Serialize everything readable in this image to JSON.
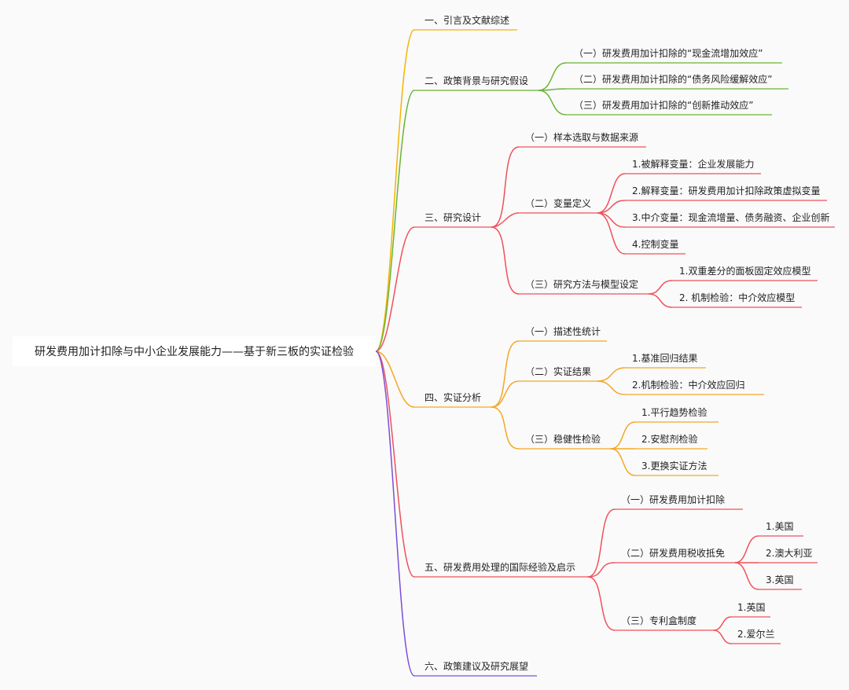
{
  "root": {
    "label": "研发费用加计扣除与中小企业发展能力——基于新三板的实证检验"
  },
  "colors": {
    "yellow": "#f4b400",
    "green": "#6ab535",
    "red": "#f0515a",
    "orange": "#f5a623",
    "purple": "#7a4fd6"
  },
  "branches": {
    "b1": {
      "label": "一、引言及文献综述"
    },
    "b2": {
      "label": "二、政策背景与研究假设",
      "c1": "（一）研发费用加计扣除的“现金流增加效应”",
      "c2": "（二）研发费用加计扣除的“债务风险缓解效应”",
      "c3": "（三）研发费用加计扣除的“创新推动效应”"
    },
    "b3": {
      "label": "三、研究设计",
      "c1": {
        "label": "（一）样本选取与数据来源"
      },
      "c2": {
        "label": "（二）变量定义",
        "items": [
          "1.被解释变量：企业发展能力",
          "2.解释变量：研发费用加计扣除政策虚拟变量",
          "3.中介变量：现金流增量、债务融资、企业创新",
          "4.控制变量"
        ]
      },
      "c3": {
        "label": "（三）研究方法与模型设定",
        "items": [
          "1.双重差分的面板固定效应模型",
          "2. 机制检验：中介效应模型"
        ]
      }
    },
    "b4": {
      "label": "四、实证分析",
      "c1": {
        "label": "（一）描述性统计"
      },
      "c2": {
        "label": "（二）实证结果",
        "items": [
          "1.基准回归结果",
          "2.机制检验：中介效应回归"
        ]
      },
      "c3": {
        "label": "（三）稳健性检验",
        "items": [
          "1.平行趋势检验",
          "2.安慰剂检验",
          "3.更换实证方法"
        ]
      }
    },
    "b5": {
      "label": "五、研发费用处理的国际经验及启示",
      "c1": {
        "label": "（一）研发费用加计扣除"
      },
      "c2": {
        "label": "（二）研发费用税收抵免",
        "items": [
          "1.美国",
          "2.澳大利亚",
          "3.英国"
        ]
      },
      "c3": {
        "label": "（三）专利盒制度",
        "items": [
          "1.英国",
          "2.爱尔兰"
        ]
      }
    },
    "b6": {
      "label": "六、政策建议及研究展望"
    }
  }
}
